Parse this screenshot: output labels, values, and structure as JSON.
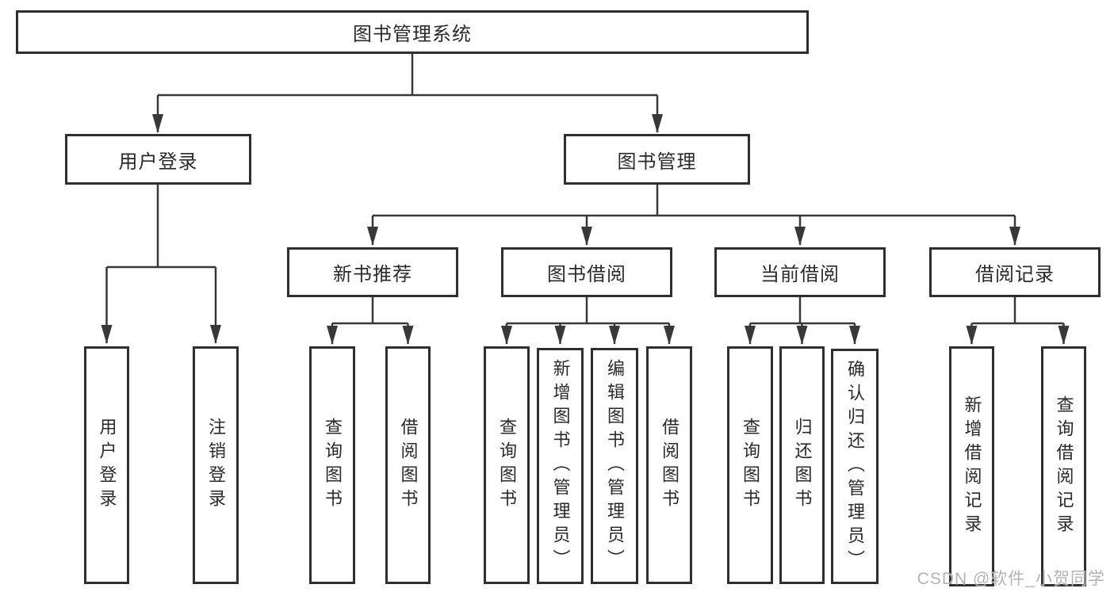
{
  "root": {
    "label": "图书管理系统"
  },
  "branches": {
    "user_login": {
      "label": "用户登录",
      "children": {
        "login": "用户登录",
        "logout": "注销登录"
      }
    },
    "book_mgmt": {
      "label": "图书管理",
      "children": {
        "new_rec": {
          "label": "新书推荐",
          "children": {
            "query": "查询图书",
            "borrow": "借阅图书"
          }
        },
        "book_borrow": {
          "label": "图书借阅",
          "children": {
            "query": "查询图书",
            "add": "新增图书（管理员）",
            "edit": "编辑图书（管理员）",
            "borrow": "借阅图书"
          }
        },
        "current_borrow": {
          "label": "当前借阅",
          "children": {
            "query": "查询图书",
            "return": "归还图书",
            "confirm": "确认归还（管理员）"
          }
        },
        "borrow_records": {
          "label": "借阅记录",
          "children": {
            "add": "新增借阅记录",
            "query": "查询借阅记录"
          }
        }
      }
    }
  },
  "watermark": {
    "text": "CSDN @软件_小贺同学"
  },
  "colors": {
    "line": "#383838",
    "border": "#2f2f2f",
    "text": "#2a2a2a",
    "watermark": "#acacac",
    "background": "#ffffff"
  }
}
